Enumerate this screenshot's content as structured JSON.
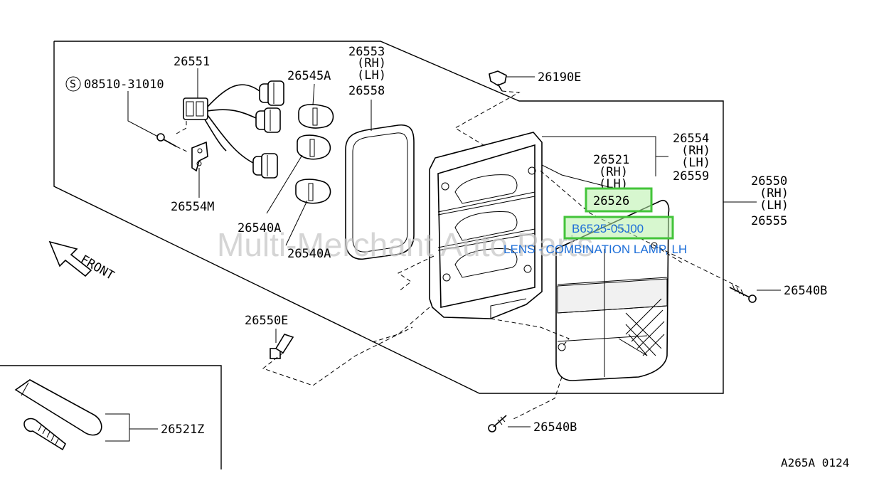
{
  "parts": {
    "p26551": "26551",
    "p08510": "08510-31010",
    "p08510_prefix": "S",
    "p26554M": "26554M",
    "p26545A": "26545A",
    "p26540A_1": "26540A",
    "p26540A_2": "26540A",
    "p26553": "26553",
    "p26553_rh": "(RH)",
    "p26553_lh": "(LH)",
    "p26558": "26558",
    "p26190E": "26190E",
    "p26554": "26554",
    "p26554_rh": "(RH)",
    "p26554_lh": "(LH)",
    "p26559": "26559",
    "p26521": "26521",
    "p26521_rh": "(RH)",
    "p26521_lh": "(LH)",
    "p26550": "26550",
    "p26550_rh": "(RH)",
    "p26550_lh": "(LH)",
    "p26555": "26555",
    "p26540B_1": "26540B",
    "p26540B_2": "26540B",
    "p26550E": "26550E",
    "p26521Z": "26521Z"
  },
  "front_label": "FRONT",
  "highlights": {
    "h26526": "26526",
    "hB6525": "B6525-05J00"
  },
  "caption": "LENS - COMBINATION LAMP, LH",
  "watermark": "Multi-Merchant Auto Parts",
  "diagram_code": "A265A 0124"
}
